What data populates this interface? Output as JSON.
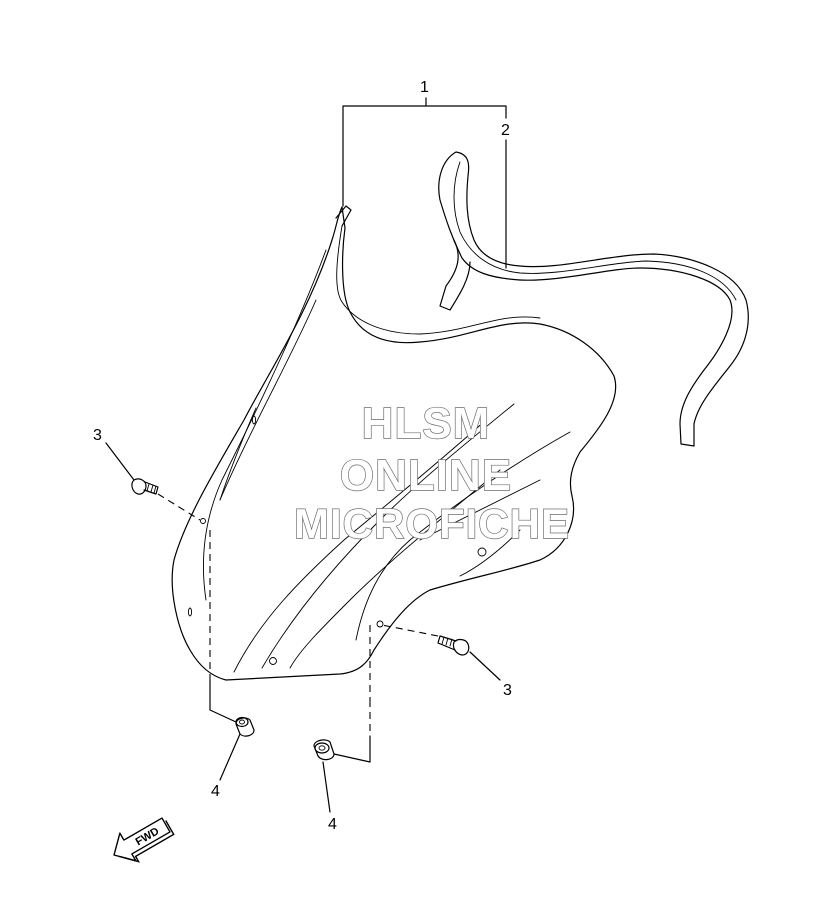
{
  "callouts": {
    "part1": "1",
    "part2": "2",
    "part3_left": "3",
    "part3_right": "3",
    "part4_left": "4",
    "part4_right": "4"
  },
  "watermark": {
    "line1": "HLSM",
    "line2": "ONLINE",
    "line3": "MICROFICHE"
  },
  "direction_arrow": {
    "label": "FWD",
    "icon": "fwd-arrow-icon"
  }
}
